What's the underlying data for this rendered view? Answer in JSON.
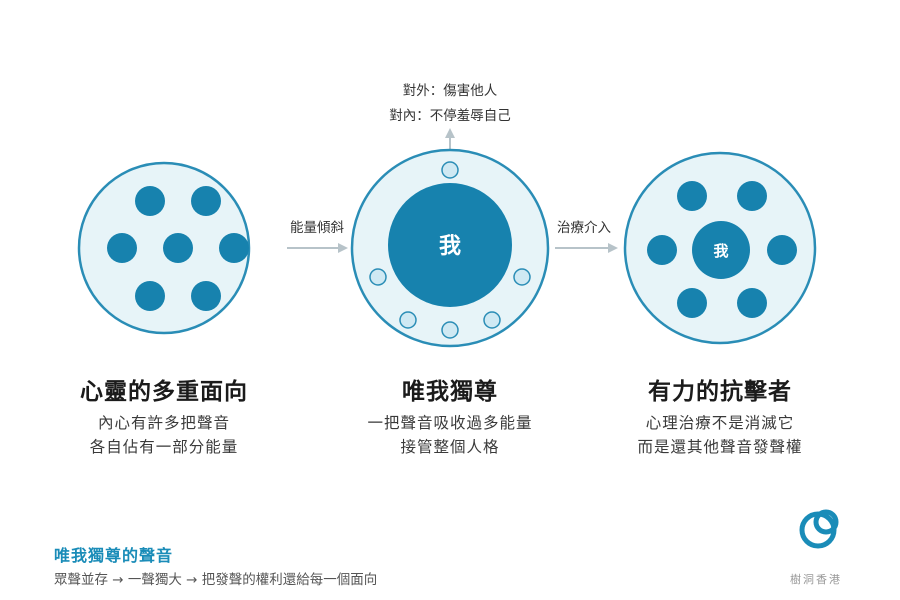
{
  "top_note": {
    "line1": "對外：傷害他人",
    "line2": "對內：不停羞辱自己"
  },
  "arrows": {
    "left_label": "能量傾斜",
    "right_label": "治療介入"
  },
  "circles": {
    "center_label": "我",
    "right_label": "我"
  },
  "columns": [
    {
      "title": "心靈的多重面向",
      "lines": [
        "內心有許多把聲音",
        "各自佔有一部分能量"
      ]
    },
    {
      "title": "唯我獨尊",
      "lines": [
        "一把聲音吸收過多能量",
        "接管整個人格"
      ]
    },
    {
      "title": "有力的抗擊者",
      "lines": [
        "心理治療不是消滅它",
        "而是還其他聲音發聲權"
      ]
    }
  ],
  "footer": {
    "title": "唯我獨尊的聲音",
    "subtitle": "眾聲並存 → 一聲獨大 → 把發聲的權利還給每一個面向"
  },
  "brand": {
    "name": "樹洞香港"
  },
  "colors": {
    "accent": "#1782ae",
    "circle_fill": "#e7f4f8",
    "circle_stroke": "#2a8db6",
    "small_fill": "#cfe9f3",
    "arrow": "#b7c3c9"
  }
}
